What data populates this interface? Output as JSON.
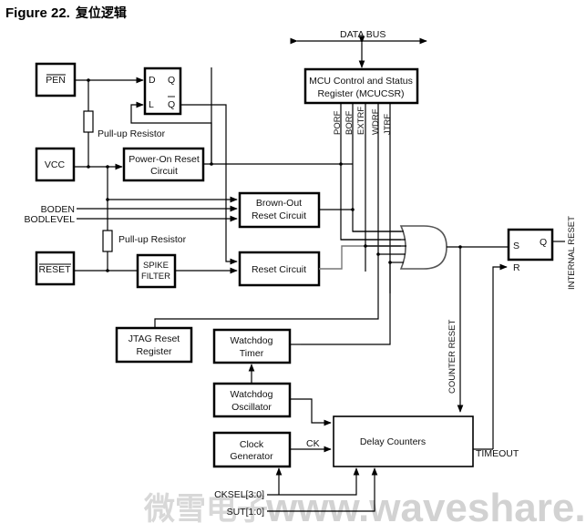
{
  "figure": {
    "number": "Figure 22.",
    "title": "复位逻辑"
  },
  "signals": {
    "data_bus": "DATA BUS",
    "boden": "BODEN",
    "bodlevel": "BODLEVEL",
    "ck": "CK",
    "timeout": "TIMEOUT",
    "counter_reset": "COUNTER RESET",
    "internal_reset": "INTERNAL  RESET",
    "cksel": "CKSEL[3:0]",
    "sut": "SUT[1:0]"
  },
  "register": {
    "line1": "MCU Control and Status",
    "line2": "Register (MCUCSR)",
    "flags": [
      "PORF",
      "BORF",
      "EXTRF",
      "WDRF",
      "JTRF"
    ]
  },
  "blocks": {
    "pen": "PEN",
    "vcc": "VCC",
    "reset_pin": "RESET",
    "latch": {
      "d": "D",
      "q": "Q",
      "l": "L",
      "qbar": "Q"
    },
    "power_on": {
      "line1": "Power-On Reset",
      "line2": "Circuit"
    },
    "brown_out": {
      "line1": "Brown-Out",
      "line2": "Reset Circuit"
    },
    "reset_circuit": "Reset Circuit",
    "spike_filter": {
      "line1": "SPIKE",
      "line2": "FILTER"
    },
    "jtag": {
      "line1": "JTAG Reset",
      "line2": "Register"
    },
    "wdt": {
      "line1": "Watchdog",
      "line2": "Timer"
    },
    "wdo": {
      "line1": "Watchdog",
      "line2": "Oscillator"
    },
    "clock": {
      "line1": "Clock",
      "line2": "Generator"
    },
    "delay": "Delay Counters",
    "sr": {
      "s": "S",
      "r": "R",
      "q": "Q"
    }
  },
  "resistors": {
    "top": "Pull-up Resistor",
    "bottom": "Pull-up Resistor"
  },
  "watermark": {
    "cn": "微雪电子",
    "url": "www.waveshare.net"
  }
}
